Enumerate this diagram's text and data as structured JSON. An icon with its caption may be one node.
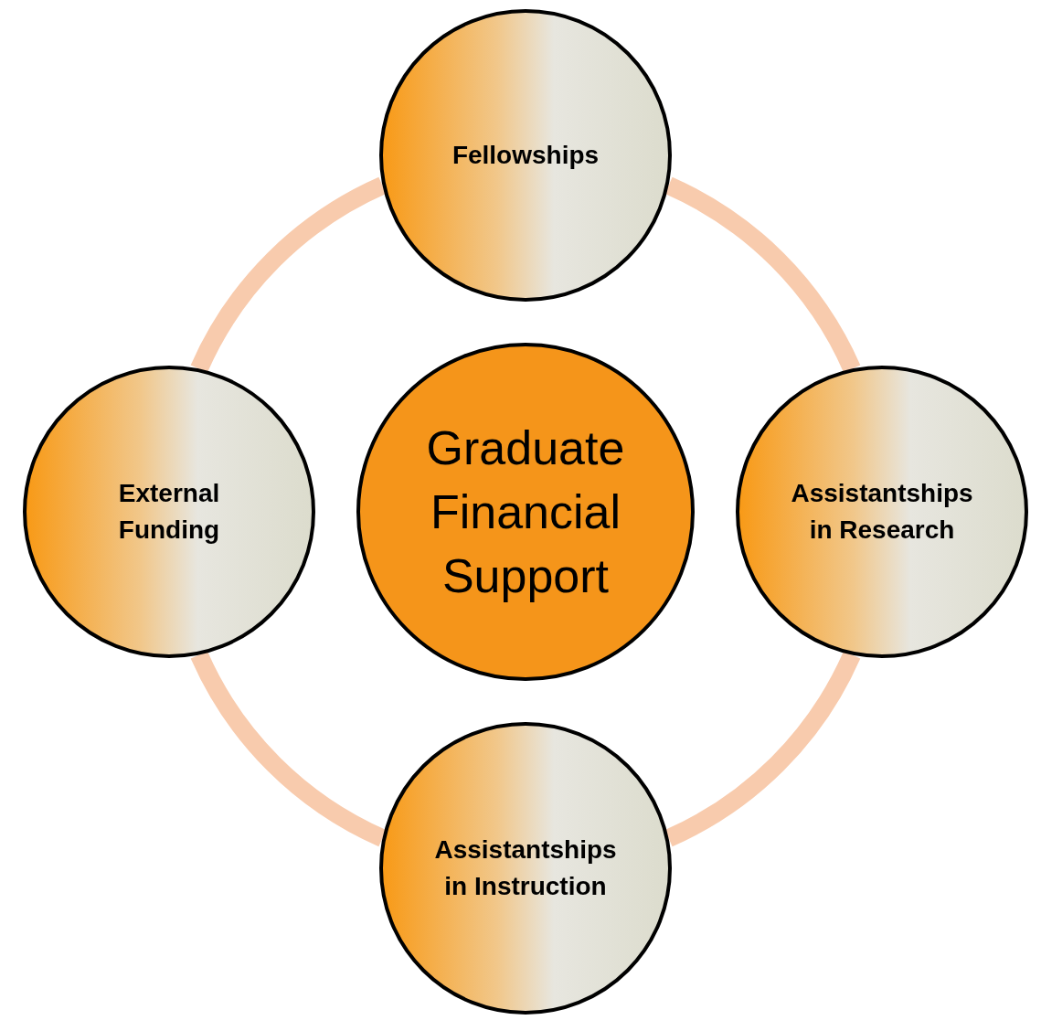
{
  "diagram": {
    "nodes": [
      {
        "text": [
          "Graduate Financial Support"
        ]
      },
      {
        "text": [
          "Fellowships"
        ]
      },
      {
        "text": [
          "Assistantships in Research"
        ]
      },
      {
        "text": [
          "Assistantships in Instruction"
        ]
      },
      {
        "text": [
          "External Funding"
        ]
      }
    ],
    "edges": [
      {
        "from": 1,
        "to": 2,
        "arrow": "none",
        "color": "#f8cbad"
      },
      {
        "from": 2,
        "to": 3,
        "arrow": "none",
        "color": "#f8cbad"
      },
      {
        "from": 3,
        "to": 4,
        "arrow": "none",
        "color": "#f8cbad"
      },
      {
        "from": 4,
        "to": 1,
        "arrow": "none",
        "color": "#f8cbad"
      }
    ]
  }
}
